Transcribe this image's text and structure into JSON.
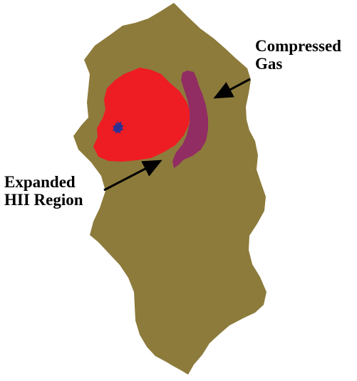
{
  "labels": {
    "compressed_gas": {
      "line1": "Compressed",
      "line2": "Gas"
    },
    "expanded_hii_region": {
      "line1": "Expanded",
      "line2": "HII Region"
    }
  },
  "colors": {
    "background": "#ffffff",
    "molecular_cloud": "#8d7b3c",
    "hii_region": "#ee1c23",
    "compressed_gas": "#922d63",
    "star": "#2e3192",
    "arrow": "#000000",
    "text": "#000000"
  }
}
